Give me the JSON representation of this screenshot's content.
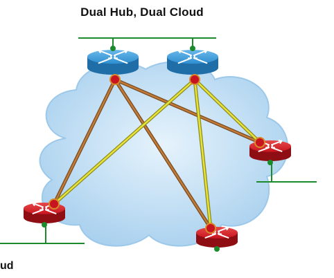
{
  "diagram": {
    "title": "Dual Hub, Dual Cloud",
    "corner_caption": "ud"
  },
  "nodes": [
    {
      "id": "hub-1",
      "role": "hub",
      "color": "#2f8fd0"
    },
    {
      "id": "hub-2",
      "role": "hub",
      "color": "#2f8fd0"
    },
    {
      "id": "spoke-right",
      "role": "spoke",
      "color": "#c8141e"
    },
    {
      "id": "spoke-left",
      "role": "spoke",
      "color": "#c8141e"
    },
    {
      "id": "spoke-bottom",
      "role": "spoke",
      "color": "#c8141e"
    }
  ],
  "links": [
    {
      "from": "hub-1",
      "to": "spoke-left",
      "cloud": "brown",
      "color": "#c07a3a"
    },
    {
      "from": "hub-1",
      "to": "spoke-bottom",
      "cloud": "brown",
      "color": "#c07a3a"
    },
    {
      "from": "hub-1",
      "to": "spoke-right",
      "cloud": "brown",
      "color": "#c07a3a"
    },
    {
      "from": "hub-2",
      "to": "spoke-left",
      "cloud": "yellow",
      "color": "#e8e23a"
    },
    {
      "from": "hub-2",
      "to": "spoke-bottom",
      "cloud": "yellow",
      "color": "#e8e23a"
    },
    {
      "from": "hub-2",
      "to": "spoke-right",
      "cloud": "yellow",
      "color": "#e8e23a"
    }
  ],
  "colors": {
    "cloud_fill": "#bcdcf2",
    "cloud_edge": "#9cc8ea",
    "lan_line": "#1a8a2a",
    "hub_blue": "#2f8fd0",
    "spoke_red": "#c8141e"
  }
}
